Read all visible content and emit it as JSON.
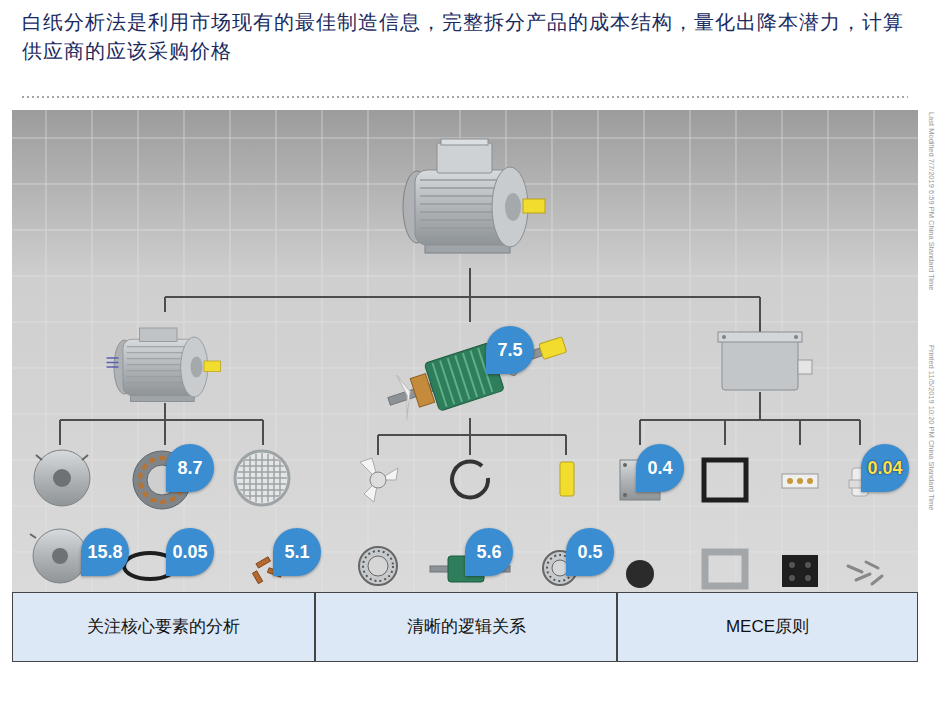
{
  "diagram": {
    "title": "白纸分析法是利用市场现有的最佳制造信息，完整拆分产品的成本结构，量化出降本潜力，计算供应商的应该采购价格",
    "nodes": [
      {
        "text": [
          "关注核心要素的分析"
        ]
      },
      {
        "text": [
          "清晰的逻辑关系"
        ]
      },
      {
        "text": [
          "MECE原则"
        ]
      }
    ],
    "labels": [
      "7.5",
      "8.7",
      "0.4",
      "0.04",
      "15.8",
      "0.05",
      "5.1",
      "5.6",
      "0.5",
      "Last Modified 7/7/2019 6:59 PM China Standard Time",
      "Printed 11/5/2019 10:20 PM China Standard Time"
    ]
  }
}
